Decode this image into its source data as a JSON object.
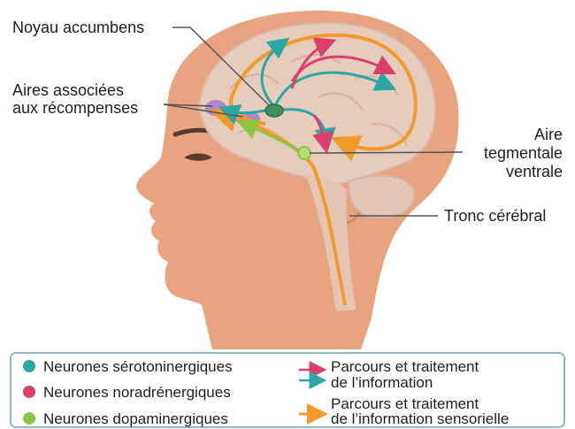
{
  "labels": {
    "noyau": "Noyau accumbens",
    "aires_line1": "Aires associées",
    "aires_line2": "aux récompenses",
    "aire_line1": "Aire",
    "aire_line2": "tegmentale",
    "aire_line3": "ventrale",
    "tronc": "Tronc cérébral"
  },
  "legend": {
    "serotonin": "Neurones sérotoninergiques",
    "noradren": "Neurones noradrénergiques",
    "dopamin": "Neurones dopaminergiques",
    "parcours1_line1": "Parcours et traitement",
    "parcours1_line2": "de l’information",
    "parcours2_line1": "Parcours et traitement",
    "parcours2_line2": "de l’information sensorielle"
  },
  "colors": {
    "skin": "#e8a47f",
    "brain": "#e6ccbd",
    "orange_arrow": "#f39a2c",
    "teal": "#2ba7a4",
    "pink": "#d9416c",
    "green": "#8dc63f",
    "purple": "#a879c9",
    "legend_border": "#8fb8c4"
  },
  "icons": {
    "serotonin_dot": "teal-dot-icon",
    "noradren_dot": "pink-dot-icon",
    "dopamin_dot": "green-dot-icon",
    "double_arrow": "pink-teal-arrows-icon",
    "orange_arrow": "orange-arrow-icon"
  }
}
